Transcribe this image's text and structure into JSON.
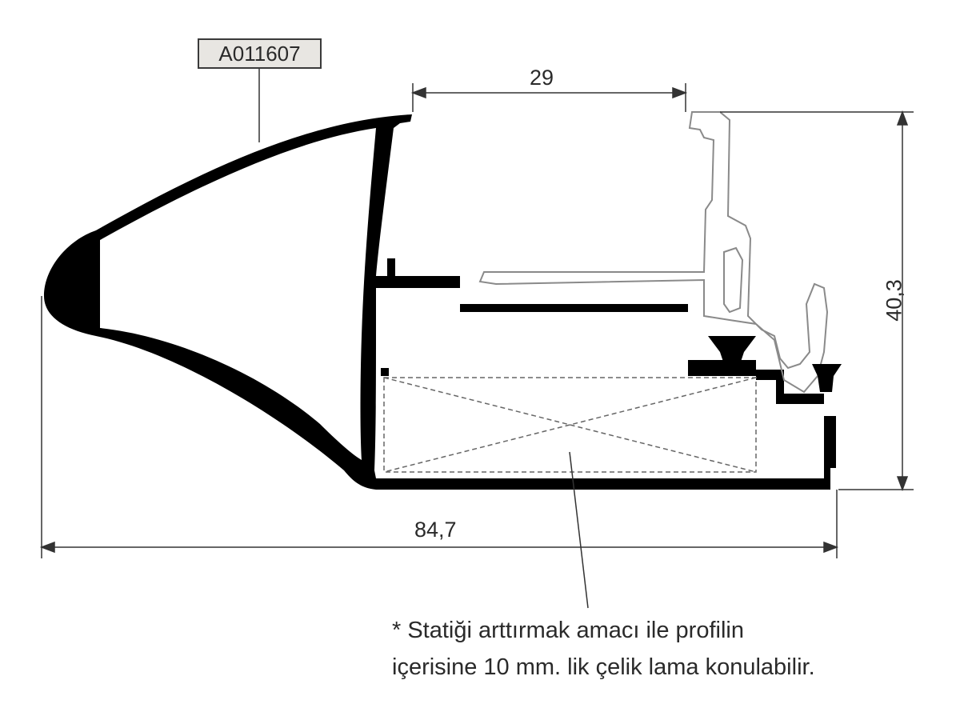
{
  "part_code": "A011607",
  "dimensions": {
    "top_width": "29",
    "overall_width": "84,7",
    "height": "40,3"
  },
  "note": {
    "line1": "* Statiği arttırmak amacı ile profilin",
    "line2": "içerisine 10 mm. lik çelik lama konulabilir."
  },
  "colors": {
    "profile": "#000000",
    "secondary_profile_outline": "#8a8a8a",
    "dimension_lines": "#333333",
    "label_fill": "#e8e6e2"
  }
}
